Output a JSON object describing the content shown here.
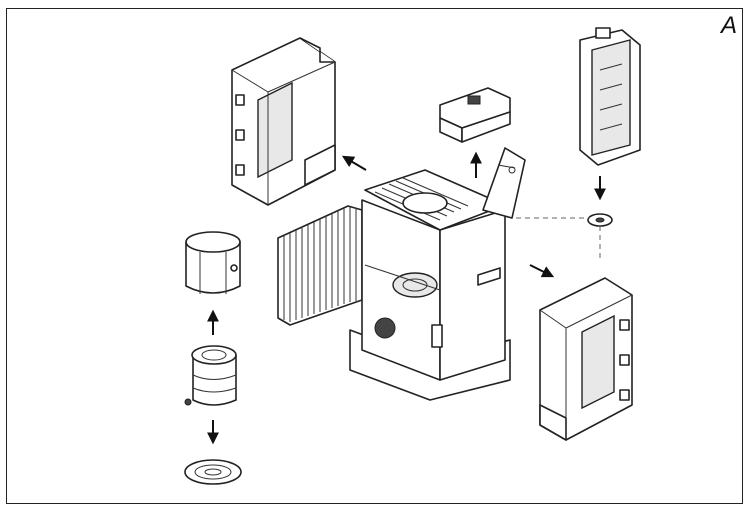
{
  "figure": {
    "label": "A",
    "colors": {
      "line": "#222222",
      "fill": "#ffffff",
      "shade": "#e8e8e8"
    },
    "parts": [
      "left-side-panel",
      "right-side-panel",
      "grille-screen",
      "burner-chimney",
      "burner-assembly",
      "burner-base-tray",
      "control-module",
      "fuel-tank",
      "tank-cap",
      "heater-body",
      "top-lid"
    ]
  }
}
